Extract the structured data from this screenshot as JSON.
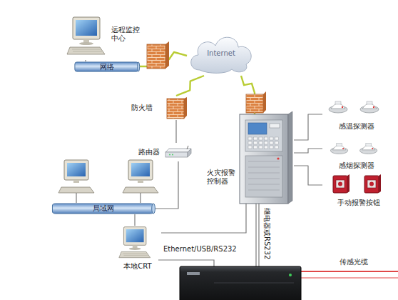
{
  "diagram": {
    "nodes": [
      {
        "text": [
          "远程监控中心"
        ]
      },
      {
        "text": [
          "网络"
        ]
      },
      {
        "text": [
          "Internet"
        ]
      },
      {
        "text": [
          "防火墙"
        ]
      },
      {
        "text": [
          "路由器"
        ]
      },
      {
        "text": [
          "火灾报警控制器"
        ]
      },
      {
        "text": [
          "感温探测器"
        ]
      },
      {
        "text": [
          "感烟探测器"
        ]
      },
      {
        "text": [
          "手动报警按钮"
        ]
      },
      {
        "text": [
          "局域网"
        ]
      },
      {
        "text": [
          "本地CRT"
        ]
      }
    ],
    "edges": [
      {
        "from": 0,
        "to": 1,
        "arrow": "none"
      },
      {
        "from": 1,
        "to": 2,
        "arrow": "none"
      },
      {
        "from": 2,
        "to": 3,
        "arrow": "none"
      },
      {
        "from": 3,
        "to": 4,
        "arrow": "none"
      },
      {
        "from": 4,
        "to": 9,
        "arrow": "none"
      },
      {
        "from": 2,
        "to": 5,
        "arrow": "none"
      },
      {
        "from": 5,
        "to": 6,
        "arrow": "none"
      },
      {
        "from": 5,
        "to": 7,
        "arrow": "none"
      },
      {
        "from": 5,
        "to": 8,
        "arrow": "none"
      },
      {
        "from": 9,
        "to": 10,
        "arrow": "none"
      },
      {
        "from": 10,
        "to": 5,
        "arrow": "none"
      }
    ],
    "labels": [
      "Ethernet/USB/RS232",
      "继电器或RS232",
      "传感光缆"
    ]
  }
}
